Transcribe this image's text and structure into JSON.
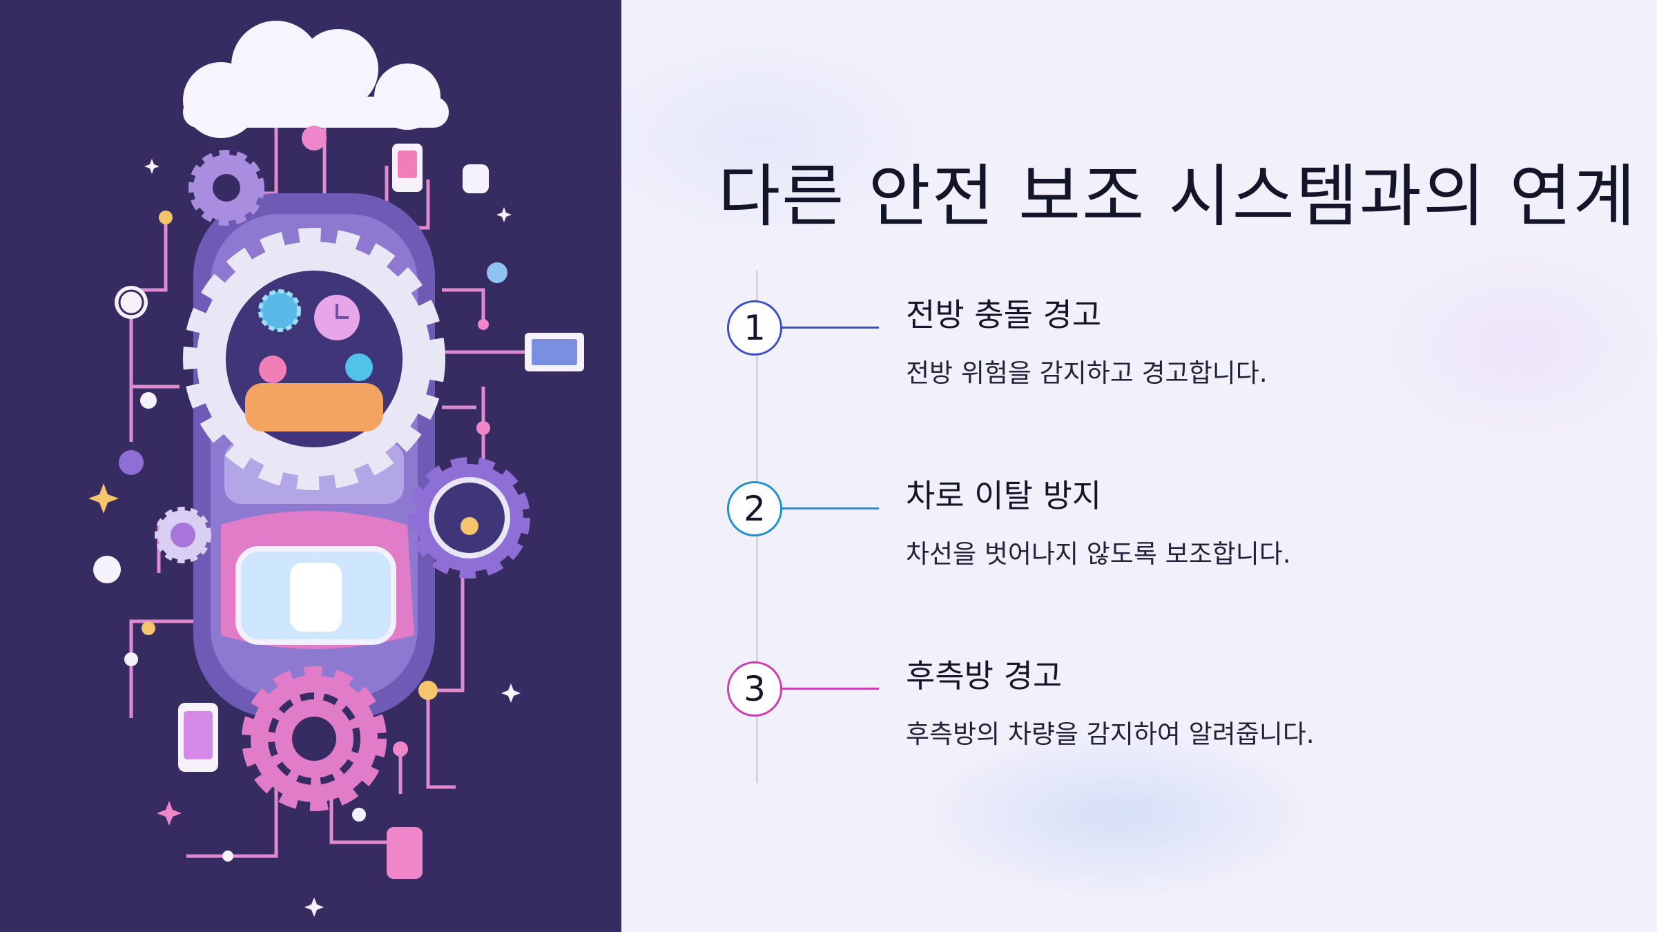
{
  "slide": {
    "title": "다른 안전 보조 시스템과의 연계",
    "steps": [
      {
        "number": "1",
        "title": "전방 충돌 경고",
        "description": "전방 위험을 감지하고 경고합니다.",
        "color": "#3b4ec8"
      },
      {
        "number": "2",
        "title": "차로 이탈 방지",
        "description": "차선을 벗어나지 않도록 보조합니다.",
        "color": "#1e8fd0"
      },
      {
        "number": "3",
        "title": "후측방 경고",
        "description": "후측방의 차량을 감지하여 알려줍니다.",
        "color": "#c93fb3"
      }
    ]
  },
  "illustration": {
    "subject": "car-safety-gears-illustration",
    "colors": {
      "background": "#362c62",
      "gear": "#e9e6f6",
      "accent_pink": "#e07cc8",
      "accent_purple": "#9b83d8"
    }
  }
}
